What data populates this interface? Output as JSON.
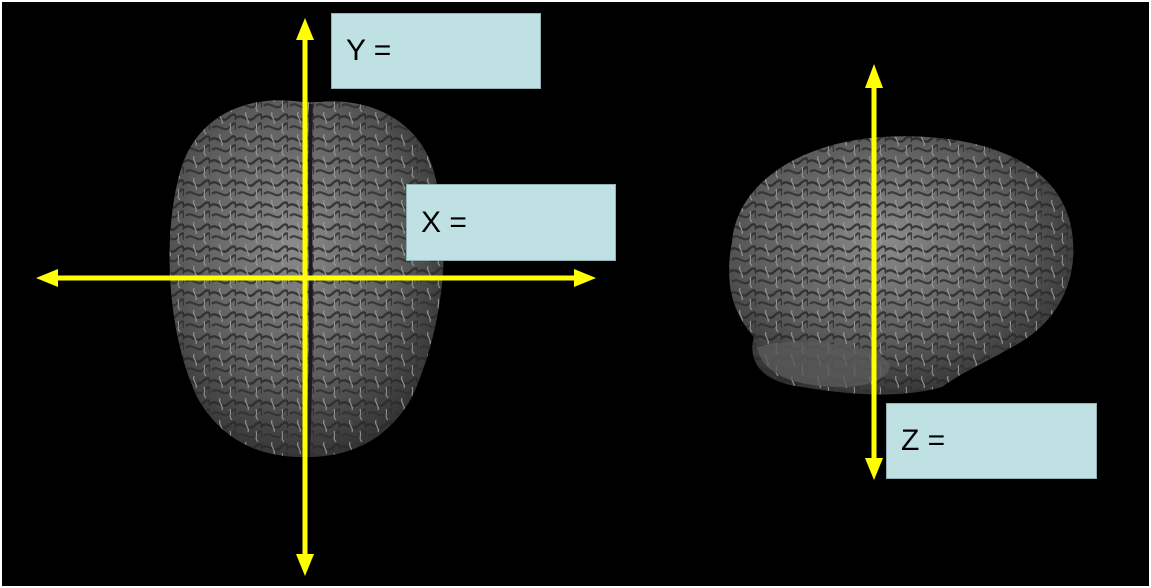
{
  "labels": {
    "y": "Y =",
    "x": "X =",
    "z": "Z ="
  },
  "colors": {
    "background": "#000000",
    "arrow": "#ffff00",
    "label_box": "#bfe1e3",
    "brain": "#6a6a6a"
  },
  "figures": {
    "left": "brain-top-view",
    "right": "brain-side-view"
  }
}
